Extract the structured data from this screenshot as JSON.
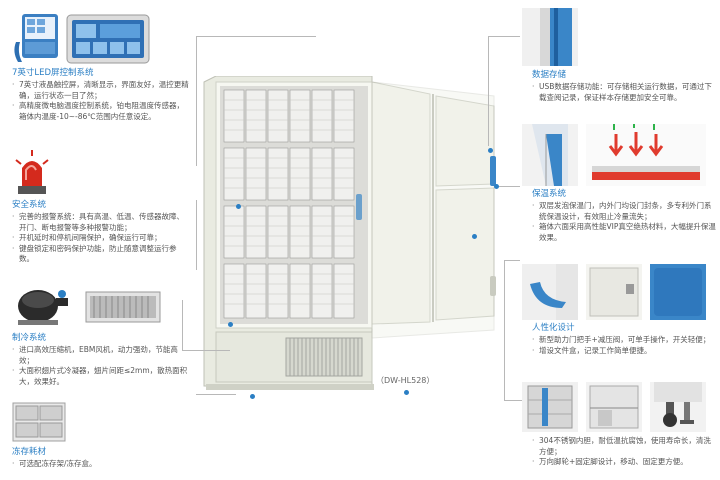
{
  "model": "（DW-HL528）",
  "left": {
    "display": {
      "title": "7英寸LED屏控制系统",
      "bullets": [
        "7英寸液晶触控屏，清晰显示，界面友好，温控更精确，运行状态一目了然；",
        "高精度微电脑温度控制系统，铂电阻温度传感器，箱体内温度-10~-86℃范围内任意设定。"
      ]
    },
    "safety": {
      "title": "安全系统",
      "bullets": [
        "完善的报警系统：具有高温、低温、传感器故障、开门、断电报警等多种报警功能；",
        "开机延时和停机间隔保护，确保运行可靠；",
        "键盘锁定和密码保护功能，防止随意调整运行参数。"
      ]
    },
    "refrig": {
      "title": "制冷系统",
      "bullets": [
        "进口高效压缩机，EBM风机，动力强劲，节能高效；",
        "大面积翅片式冷凝器，翅片间距≤2mm，散热面积大，效果好。"
      ]
    },
    "storage": {
      "title": "冻存耗材",
      "bullets": [
        "可选配冻存架/冻存盒。"
      ]
    }
  },
  "right": {
    "data": {
      "title": "数据存储",
      "bullets": [
        "USB数据存储功能：可存储相关运行数据，可通过下载查阅记录，保证样本存储更加安全可靠。"
      ]
    },
    "insul": {
      "title": "保温系统",
      "bullets": [
        "双层发泡保温门，内外门均设门封条，多专利外门系统保温设计，有效阻止冷量流失；",
        "箱体六面采用高性能VIP真空绝热材料，大幅提升保温效果。"
      ]
    },
    "human": {
      "title": "人性化设计",
      "bullets": [
        "新型助力门把手+减压阀，可单手操作，开关轻便；",
        "增设文件盒，记录工作简单便捷。"
      ]
    },
    "bottom": {
      "bullets": [
        "304不锈钢内胆，耐低温抗腐蚀，使用寿命长，清洗方便；",
        "万向脚轮+固定脚设计，移动、固定更方便。"
      ]
    }
  },
  "colors": {
    "accent": "#2b7fc4",
    "alarm": "#d42a1d",
    "cabinet": "#eef0e6",
    "panel": "#3a86c8"
  }
}
